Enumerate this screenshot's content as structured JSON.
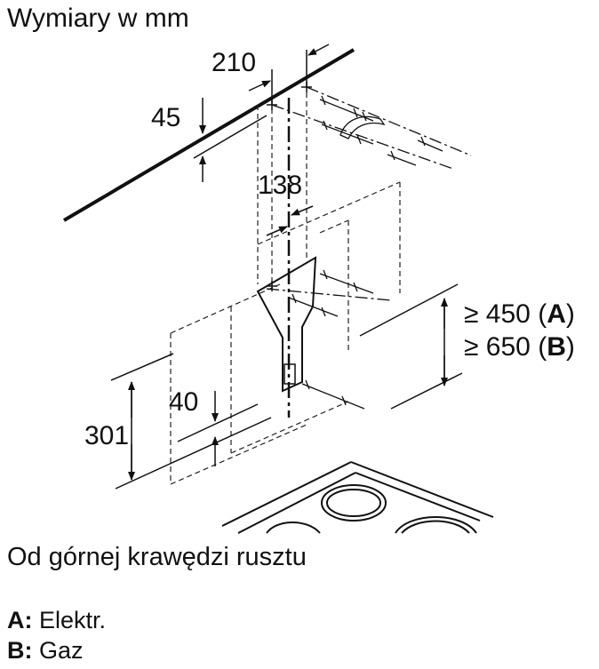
{
  "title": "Wymiary w mm",
  "dimensions": {
    "d210": "210",
    "d45": "45",
    "d138": "138",
    "d40": "40",
    "d301": "301",
    "h_a_prefix": "≥ 450 (",
    "h_a_key": "A",
    "h_a_suffix": ")",
    "h_b_prefix": "≥ 650 (",
    "h_b_key": "B",
    "h_b_suffix": ")"
  },
  "caption": "Od górnej krawędzi rusztu",
  "legend": [
    {
      "key": "A:",
      "text": " Elektr."
    },
    {
      "key": "B:",
      "text": " Gaz"
    }
  ]
}
